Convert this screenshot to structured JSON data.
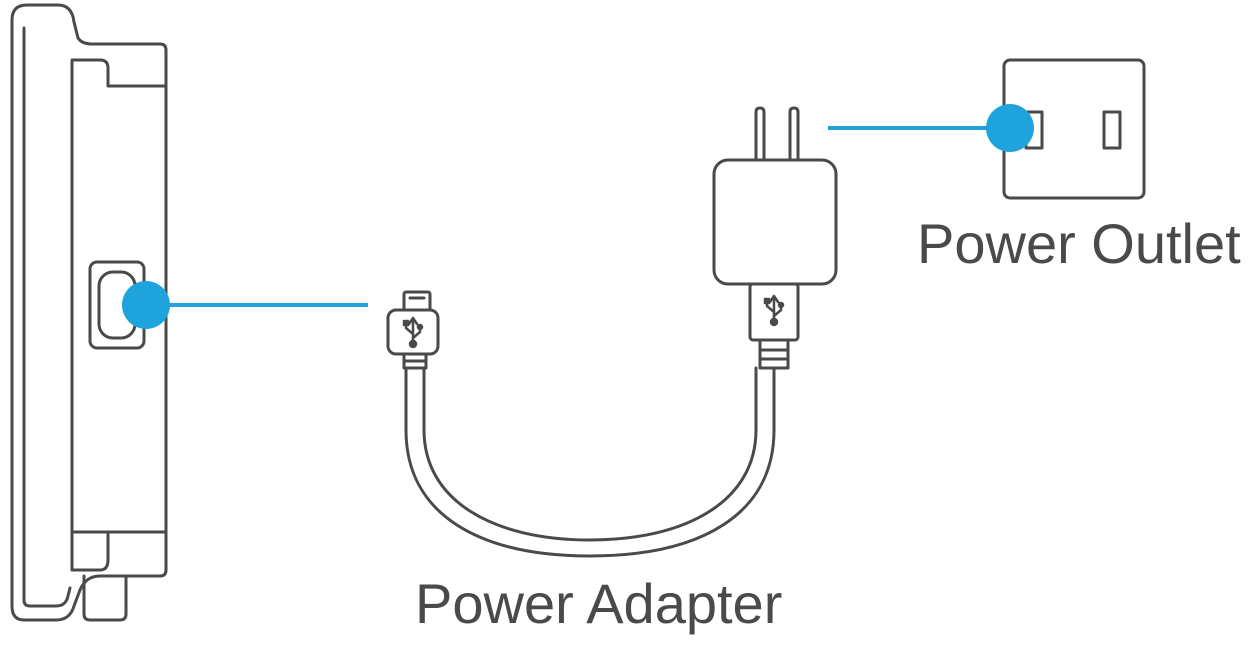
{
  "labels": {
    "power_outlet": "Power Outlet",
    "power_adapter": "Power Adapter"
  },
  "colors": {
    "outline": "#4a4a4a",
    "accent": "#1fa3dc",
    "background": "#ffffff"
  },
  "icons": [
    "device-side",
    "micro-usb-port",
    "micro-usb-plug",
    "usb-a-plug",
    "usb-symbol-icon",
    "wall-adapter",
    "wall-outlet"
  ]
}
